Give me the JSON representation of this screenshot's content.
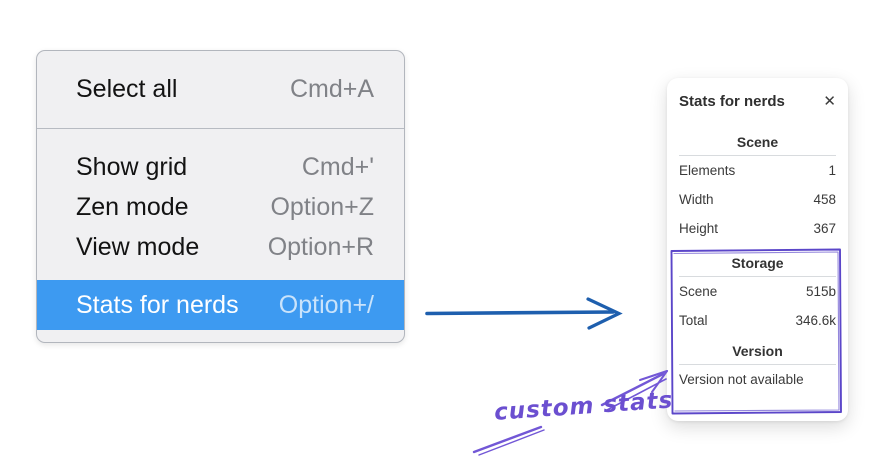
{
  "menu": {
    "items": [
      {
        "label": "Select all",
        "shortcut": "Cmd+A",
        "selected": false
      },
      {
        "label": "Show grid",
        "shortcut": "Cmd+'",
        "selected": false
      },
      {
        "label": "Zen mode",
        "shortcut": "Option+Z",
        "selected": false
      },
      {
        "label": "View mode",
        "shortcut": "Option+R",
        "selected": false
      },
      {
        "label": "Stats for nerds",
        "shortcut": "Option+/",
        "selected": true
      }
    ]
  },
  "panel": {
    "title": "Stats for nerds",
    "close_icon": "✕",
    "sections": [
      {
        "title": "Scene",
        "rows": [
          {
            "label": "Elements",
            "value": "1"
          },
          {
            "label": "Width",
            "value": "458"
          },
          {
            "label": "Height",
            "value": "367"
          }
        ]
      },
      {
        "title": "Storage",
        "rows": [
          {
            "label": "Scene",
            "value": "515b"
          },
          {
            "label": "Total",
            "value": "346.6k"
          }
        ]
      },
      {
        "title": "Version",
        "note": "Version not available"
      }
    ]
  },
  "annotation": {
    "label": "custom stats"
  },
  "colors": {
    "menu_background": "#f0f0f2",
    "menu_border": "#b2b6bd",
    "menu_highlight": "#3d9af1",
    "menu_highlight_text": "#ffffff",
    "shortcut_text": "#808287",
    "arrow_blue": "#1e5fae",
    "annotation_purple": "#6b4fd0",
    "box_purple": "#5b46c9",
    "panel_text": "#3a3a3a"
  }
}
